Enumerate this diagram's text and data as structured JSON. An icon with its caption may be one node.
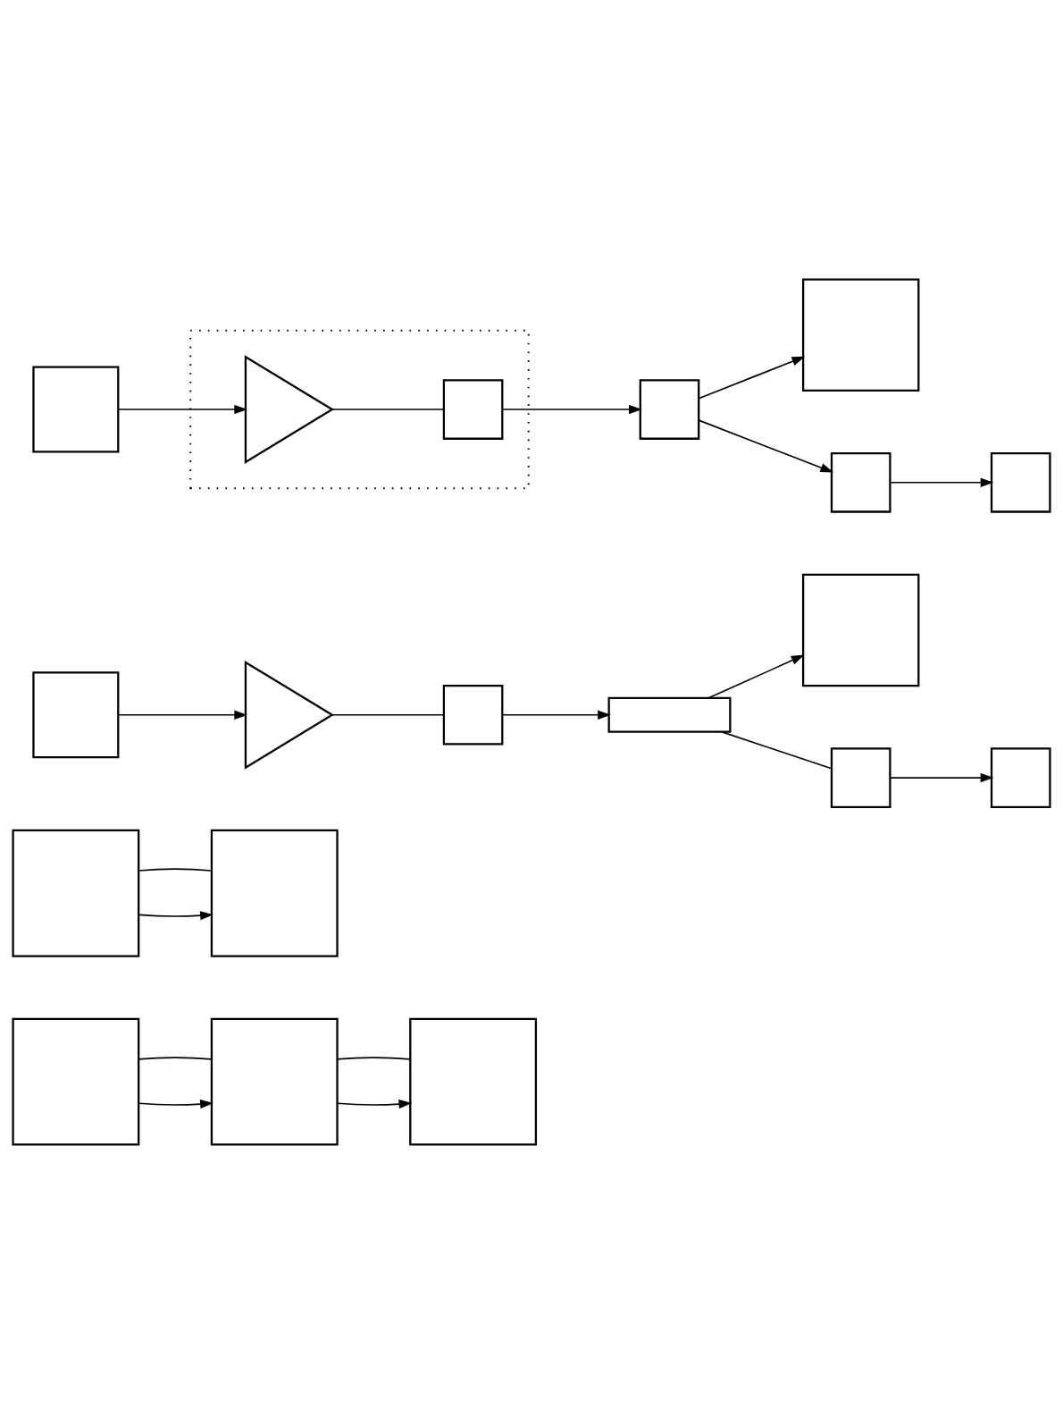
{
  "diagram": {
    "nodes": [
      {
        "text": [],
        "shape": "box"
      },
      {
        "text": [],
        "shape": "box"
      },
      {
        "text": [],
        "shape": "triangle",
        "in": 1
      },
      {
        "text": [],
        "shape": "box",
        "in": 1
      },
      {
        "text": [],
        "shape": "box"
      },
      {
        "text": [],
        "shape": "box"
      },
      {
        "text": [],
        "shape": "box"
      },
      {
        "text": [],
        "shape": "box"
      },
      {
        "text": [],
        "shape": "box"
      },
      {
        "text": [],
        "shape": "triangle"
      },
      {
        "text": [],
        "shape": "box"
      },
      {
        "text": [],
        "shape": "bar"
      },
      {
        "text": [],
        "shape": "box"
      },
      {
        "text": [],
        "shape": "box"
      },
      {
        "text": [],
        "shape": "box"
      },
      {
        "text": [],
        "shape": "box"
      },
      {
        "text": [],
        "shape": "box"
      },
      {
        "text": [],
        "shape": "box"
      },
      {
        "text": [],
        "shape": "box"
      },
      {
        "text": [],
        "shape": "box"
      }
    ],
    "edges": [
      {
        "from": 0,
        "to": 2,
        "arrow": "to"
      },
      {
        "from": 2,
        "to": 3,
        "arrow": "none"
      },
      {
        "from": 3,
        "to": 4,
        "arrow": "to"
      },
      {
        "from": 4,
        "to": 5,
        "arrow": "to"
      },
      {
        "from": 5,
        "to": 6,
        "arrow": "to"
      },
      {
        "from": 4,
        "to": 7,
        "arrow": "to"
      },
      {
        "from": 8,
        "to": 9,
        "arrow": "to"
      },
      {
        "from": 9,
        "to": 10,
        "arrow": "none"
      },
      {
        "from": 10,
        "to": 11,
        "arrow": "to"
      },
      {
        "from": 11,
        "to": 12,
        "arrow": "none"
      },
      {
        "from": 12,
        "to": 13,
        "arrow": "to"
      },
      {
        "from": 11,
        "to": 14,
        "arrow": "to"
      },
      {
        "from": 15,
        "to": 16,
        "arrow": "to"
      },
      {
        "from": 15,
        "to": 16,
        "arrow": "none"
      },
      {
        "from": 17,
        "to": 18,
        "arrow": "to"
      },
      {
        "from": 18,
        "to": 19,
        "arrow": "to"
      },
      {
        "from": 17,
        "to": 18,
        "arrow": "none"
      },
      {
        "from": 18,
        "to": 19,
        "arrow": "none"
      }
    ]
  }
}
